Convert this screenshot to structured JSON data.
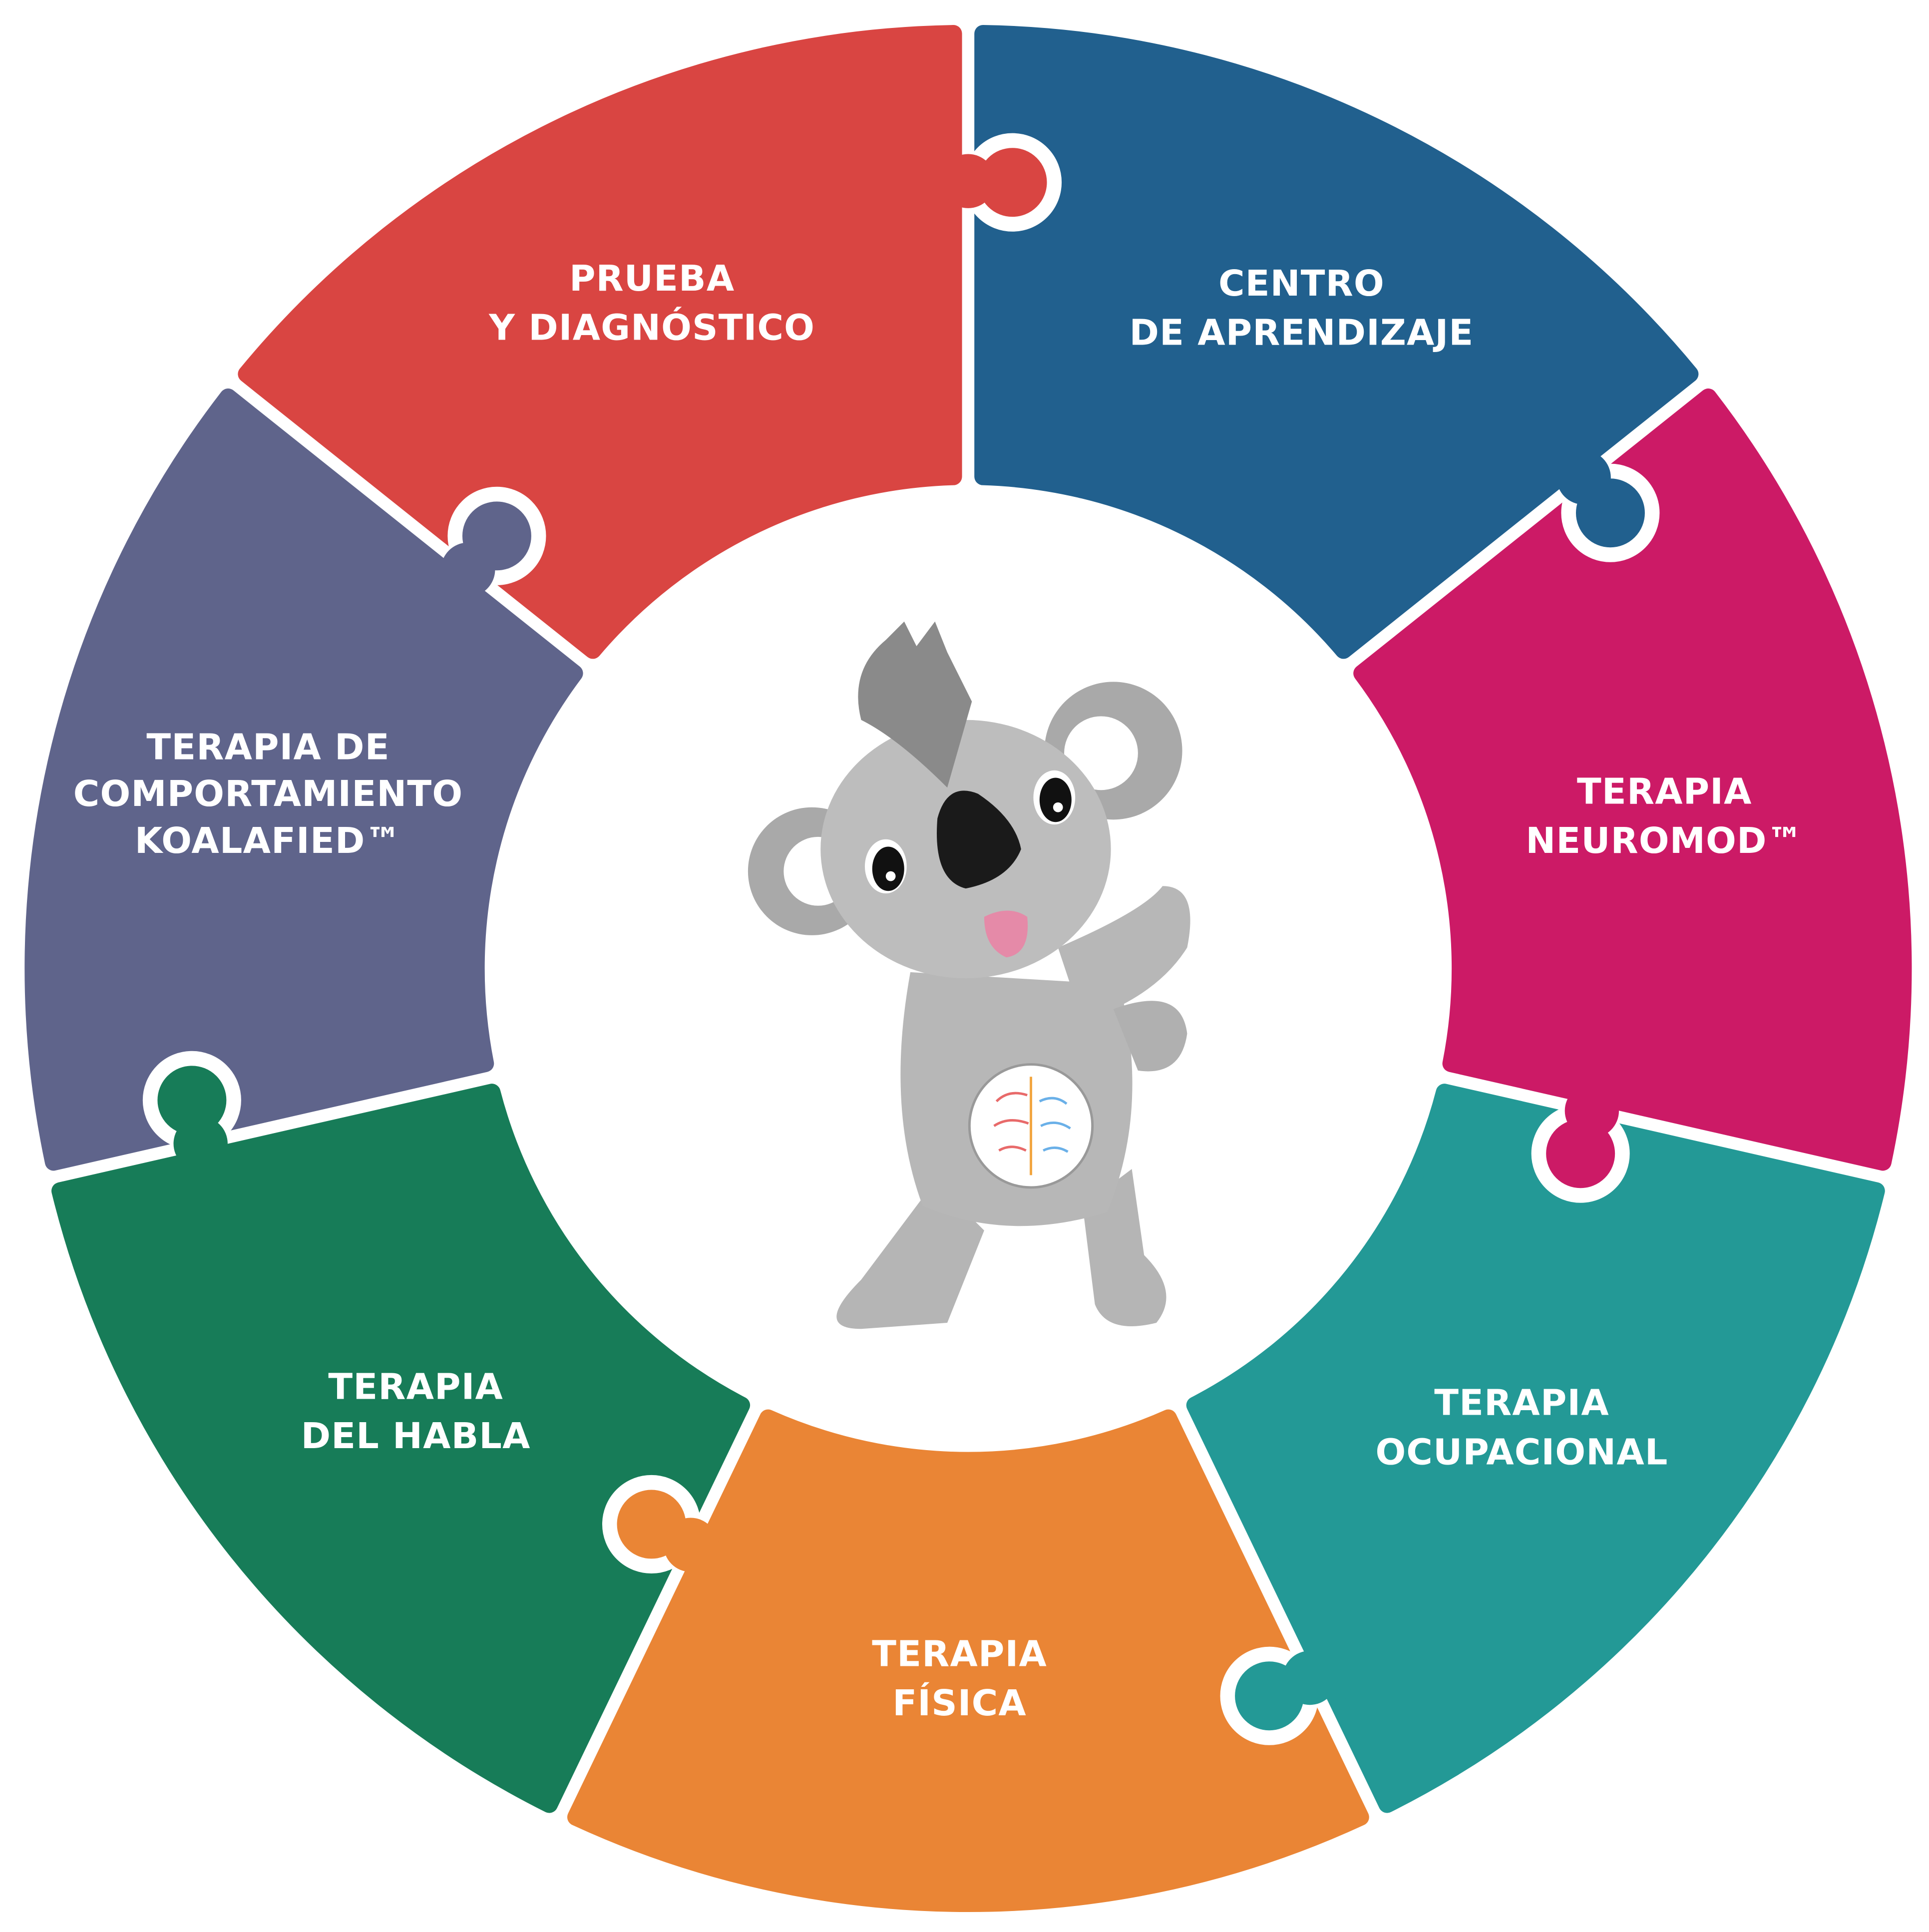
{
  "segments": [
    {
      "id": "prueba",
      "lines": [
        "PRUEBA",
        "Y DIAGNÓSTICO"
      ],
      "color": "#21608e"
    },
    {
      "id": "centro",
      "lines": [
        "CENTRO",
        "DE APRENDIZAJE"
      ],
      "color": "#cc1a66"
    },
    {
      "id": "neuromod",
      "lines": [
        "TERAPIA",
        "NEUROMOD™"
      ],
      "color": "#239996"
    },
    {
      "id": "ocupacional",
      "lines": [
        "TERAPIA",
        "OCUPACIONAL"
      ],
      "color": "#ea8535"
    },
    {
      "id": "fisica",
      "lines": [
        "TERAPIA",
        "FÍSICA"
      ],
      "color": "#177c58"
    },
    {
      "id": "habla",
      "lines": [
        "TERAPIA",
        "DEL HABLA"
      ],
      "color": "#5f648b"
    },
    {
      "id": "koalafied",
      "lines": [
        "TERAPIA DE",
        "COMPORTAMIENTO",
        "KOALAFIED™"
      ],
      "color": "#d94542"
    }
  ],
  "mascot": {
    "icon": "koala-mascot-icon",
    "belly_icon": "rainbow-brain-icon"
  }
}
